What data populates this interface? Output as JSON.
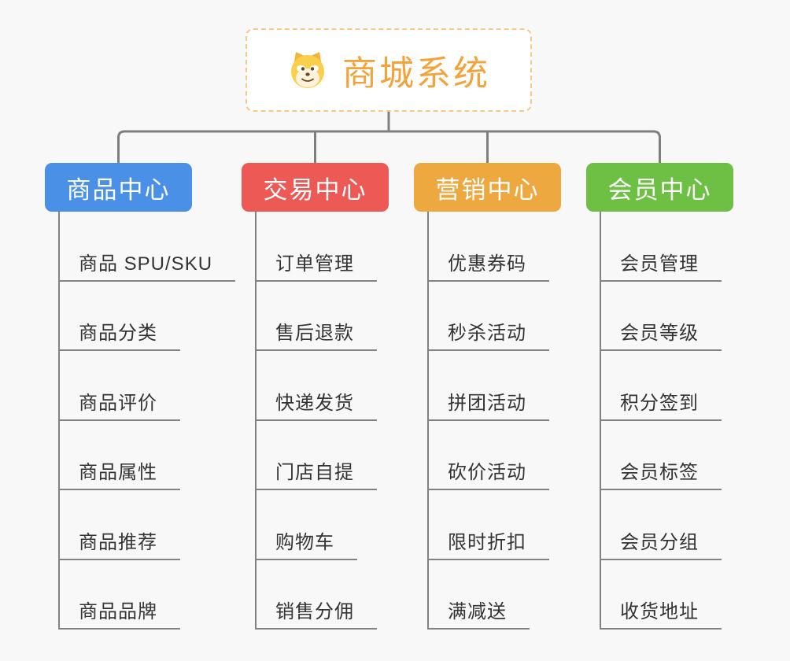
{
  "canvas": {
    "background": "#f8f8f8",
    "connector_color": "#7f7f7f"
  },
  "root": {
    "title": "商城系统",
    "icon": "doge-dog-icon",
    "text_color": "#f2a33c",
    "border_color": "#f6c88a"
  },
  "branches": [
    {
      "name": "product-center",
      "label": "商品中心",
      "color": "#4a90e6",
      "children": [
        "商品 SPU/SKU",
        "商品分类",
        "商品评价",
        "商品属性",
        "商品推荐",
        "商品品牌"
      ]
    },
    {
      "name": "trade-center",
      "label": "交易中心",
      "color": "#ed5a56",
      "children": [
        "订单管理",
        "售后退款",
        "快递发货",
        "门店自提",
        "购物车",
        "销售分佣"
      ]
    },
    {
      "name": "marketing-center",
      "label": "营销中心",
      "color": "#eda940",
      "children": [
        "优惠券码",
        "秒杀活动",
        "拼团活动",
        "砍价活动",
        "限时折扣",
        "满减送"
      ]
    },
    {
      "name": "member-center",
      "label": "会员中心",
      "color": "#6ec045",
      "children": [
        "会员管理",
        "会员等级",
        "积分签到",
        "会员标签",
        "会员分组",
        "收货地址"
      ]
    }
  ]
}
